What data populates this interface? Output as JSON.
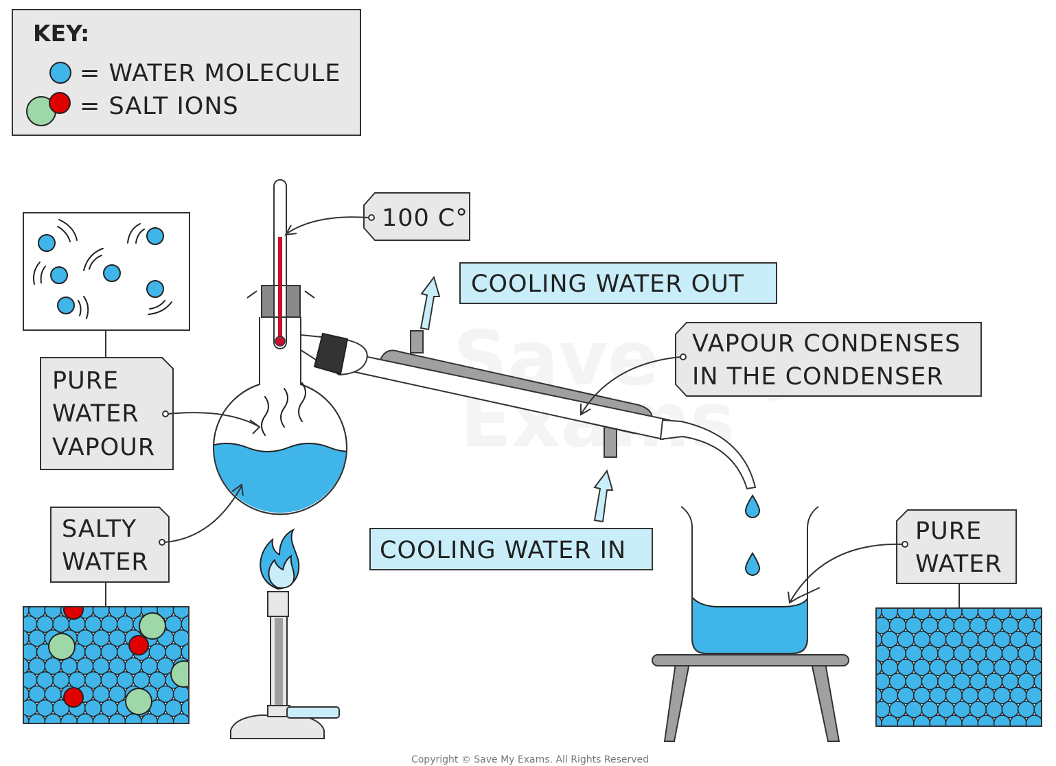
{
  "key": {
    "title": "KEY:",
    "water_molecule": "= WATER  MOLECULE",
    "salt_ions": "= SALT  IONS"
  },
  "labels": {
    "temperature": "100 C°",
    "cooling_out": "COOLING  WATER  OUT",
    "cooling_in": "COOLING  WATER  IN",
    "condenser_line1": "VAPOUR  CONDENSES",
    "condenser_line2": "IN  THE  CONDENSER",
    "vapour_line1": "PURE",
    "vapour_line2": "WATER",
    "vapour_line3": "VAPOUR",
    "salty_line1": "SALTY",
    "salty_line2": "WATER",
    "pure_line1": "PURE",
    "pure_line2": "WATER"
  },
  "watermark": {
    "line1": "Save My",
    "line2": "Exams"
  },
  "copyright": "Copyright © Save My Exams. All Rights Reserved",
  "colors": {
    "water": "#40b5ea",
    "cooling_box": "#c9eef9",
    "label_box": "#e8e8e8",
    "salt_red": "#e00000",
    "salt_green": "#9fd8a8",
    "thermometer_red": "#c8102e",
    "condenser_grey": "#a0a0a0",
    "stopper": "#8a8a8a"
  },
  "icons": [
    "water-molecule-icon",
    "salt-ion-icon",
    "flame-icon",
    "arrow-up-icon",
    "water-drop-icon"
  ]
}
